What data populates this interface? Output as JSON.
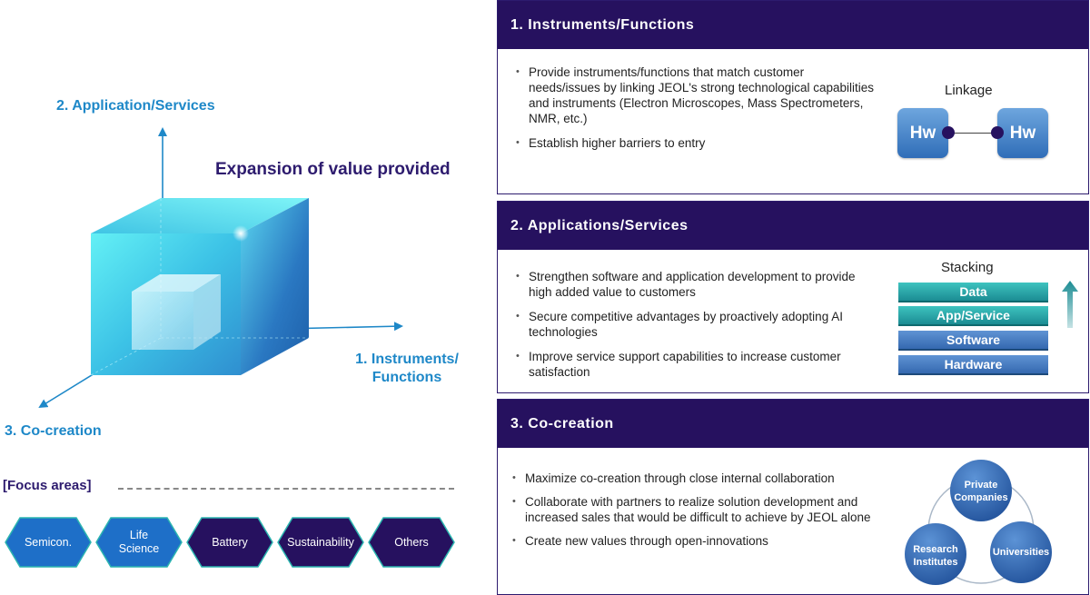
{
  "left": {
    "axis_x_label": "1. Instruments/\nFunctions",
    "axis_x_line1": "1. Instruments/",
    "axis_x_line2": "Functions",
    "axis_y_label": "2. Application/Services",
    "axis_z_label": "3. Co-creation",
    "expansion_label": "Expansion of value provided",
    "focus_title": "[Focus areas]",
    "focus_areas": [
      {
        "line1": "Semicon.",
        "line2": "",
        "color": "#1e6fc8"
      },
      {
        "line1": "Life",
        "line2": "Science",
        "color": "#1e6fc8"
      },
      {
        "line1": "Battery",
        "line2": "",
        "color": "#26115f"
      },
      {
        "line1": "Sustainability",
        "line2": "",
        "color": "#26115f"
      },
      {
        "line1": "Others",
        "line2": "",
        "color": "#26115f"
      }
    ]
  },
  "panels": {
    "p1": {
      "title": "1. Instruments/Functions",
      "bullets": [
        "Provide instruments/functions that match customer needs/issues by linking JEOL's strong technological capabilities and instruments (Electron Microscopes, Mass Spectrometers, NMR, etc.)",
        "Establish higher barriers to entry"
      ],
      "linkage_title": "Linkage",
      "hw_a": "Hw",
      "hw_b": "Hw"
    },
    "p2": {
      "title": "2. Applications/Services",
      "bullets": [
        "Strengthen software and application development to provide high added value to customers",
        "Secure competitive advantages by proactively adopting AI technologies",
        "Improve service support capabilities to increase  customer satisfaction"
      ],
      "stack_title": "Stacking",
      "stack": [
        "Data",
        "App/Service",
        "Software",
        "Hardware"
      ]
    },
    "p3": {
      "title": "3. Co-creation",
      "bullets": [
        "Maximize co-creation through close internal collaboration",
        "Collaborate with partners to realize solution development and increased sales that would be difficult to achieve by JEOL alone",
        "Create new values through open-innovations"
      ],
      "circle_top_l1": "Private",
      "circle_top_l2": "Companies",
      "circle_left_l1": "Research",
      "circle_left_l2": "Institutes",
      "circle_right": "Universities"
    }
  },
  "colors": {
    "navy": "#26115f",
    "axis_blue": "#1e88c8",
    "cube_cyan": "#5fe8f0",
    "cube_blue": "#2f7fc8",
    "teal": "#1b8c93"
  }
}
